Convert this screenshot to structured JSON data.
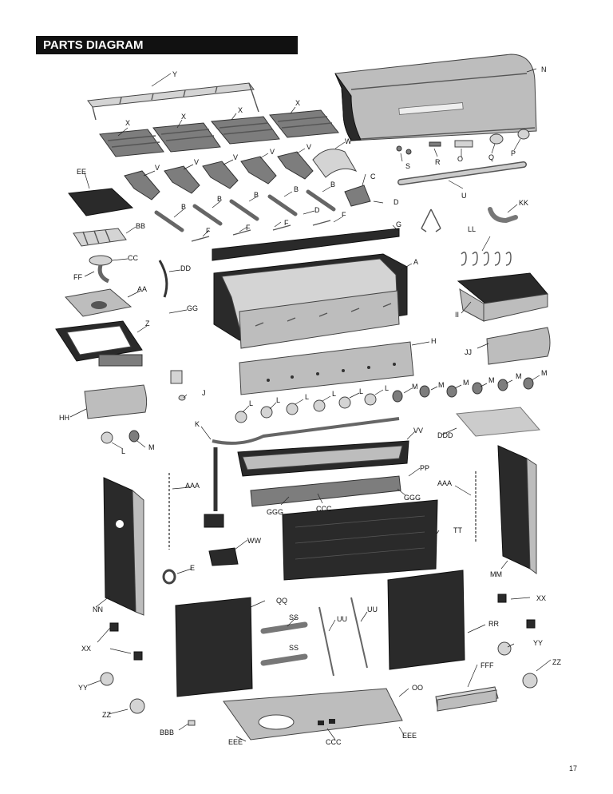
{
  "header": {
    "title": "PARTS DIAGRAM"
  },
  "page_number": "17",
  "labels": {
    "Y": "Y",
    "N": "N",
    "X": "X",
    "W": "W",
    "V": "V",
    "EE": "EE",
    "S": "S",
    "R": "R",
    "O": "O",
    "Q": "Q",
    "P": "P",
    "C": "C",
    "D": "D",
    "B": "B",
    "U": "U",
    "KK": "KK",
    "F": "F",
    "G": "G",
    "BB": "BB",
    "LL": "LL",
    "CC": "CC",
    "FF": "FF",
    "DD": "DD",
    "A": "A",
    "AA": "AA",
    "II": "II",
    "GG": "GG",
    "Z": "Z",
    "H": "H",
    "JJ": "JJ",
    "HH": "HH",
    "J": "J",
    "L": "L",
    "M": "M",
    "K": "K",
    "VV": "VV",
    "DDD": "DDD",
    "PP": "PP",
    "AAA": "AAA",
    "GGG": "GGG",
    "CCC": "CCC",
    "TT": "TT",
    "WW": "WW",
    "E": "E",
    "MM": "MM",
    "NN": "NN",
    "QQ": "QQ",
    "SS": "SS",
    "UU": "UU",
    "RR": "RR",
    "XX": "XX",
    "YY": "YY",
    "ZZ": "ZZ",
    "FFF": "FFF",
    "OO": "OO",
    "BBB": "BBB",
    "EEE": "EEE"
  }
}
